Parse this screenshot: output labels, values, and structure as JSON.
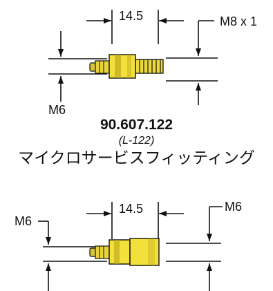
{
  "top_fitting": {
    "length": "14.5",
    "thread_right": "M8 x 1",
    "thread_left": "M6",
    "part_number": "90.607.122",
    "reference": "(L-122)",
    "caption": "マイクロサービスフィッティング"
  },
  "bottom_fitting": {
    "length": "14.5",
    "thread_left": "M6",
    "thread_right": "M6"
  },
  "colors": {
    "body_yellow": "#f3e03a",
    "body_shadow": "#b9a61c",
    "line": "#111111"
  }
}
